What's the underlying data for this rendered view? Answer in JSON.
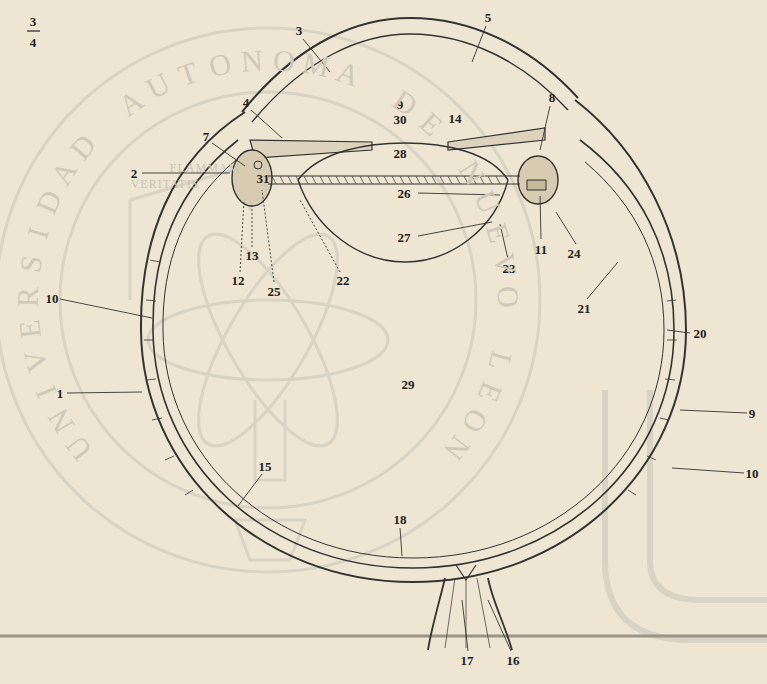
{
  "diagram": {
    "labels": [
      "3",
      "4",
      "3",
      "5",
      "4",
      "7",
      "8",
      "9",
      "30",
      "14",
      "28",
      "2",
      "31",
      "26",
      "27",
      "13",
      "12",
      "25",
      "22",
      "23",
      "11",
      "24",
      "21",
      "20",
      "10",
      "1",
      "29",
      "9",
      "10",
      "15",
      "18",
      "17",
      "16",
      "UNIVERSIDAD AUTONOMA DE NUEVO LEON",
      "FLAMMAM",
      "VERITATIS"
    ]
  }
}
